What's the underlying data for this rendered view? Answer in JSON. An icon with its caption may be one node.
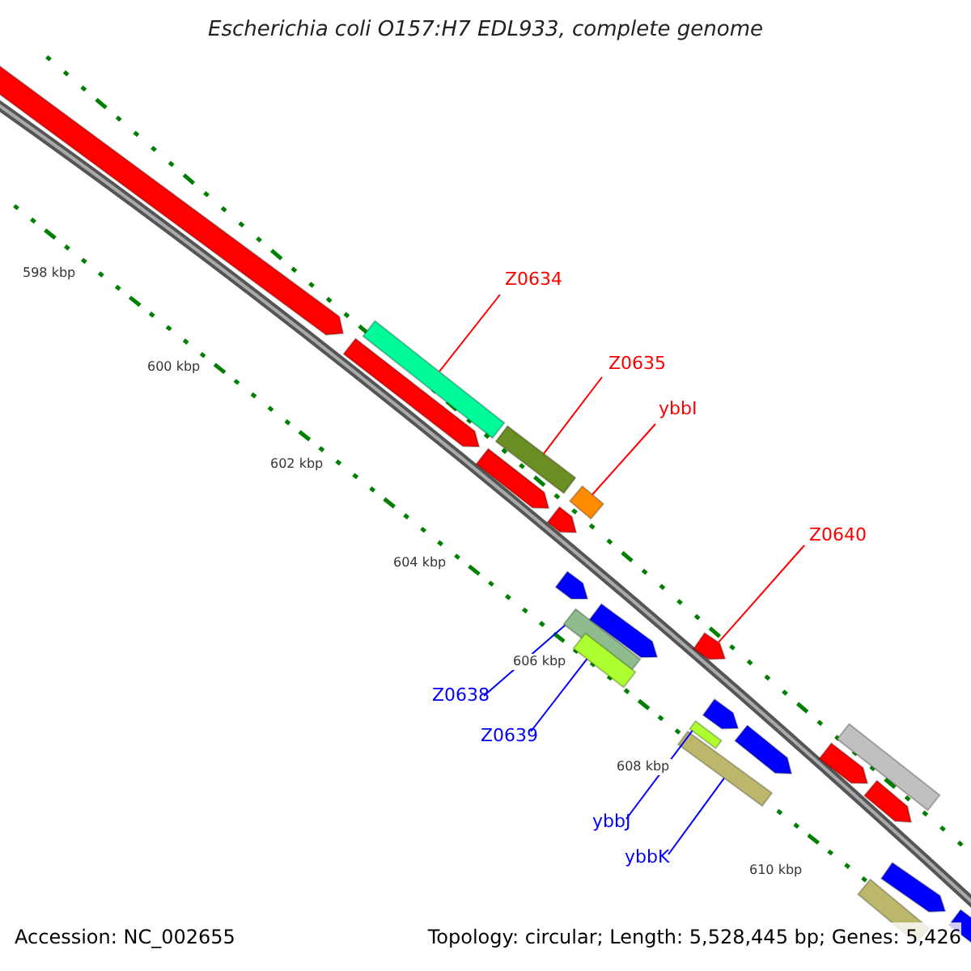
{
  "diagram": {
    "title": "Escherichia coli O157:H7 EDL933, complete genome",
    "nodes": [
      {
        "text": [
          "Z0634"
        ]
      },
      {
        "text": [],
        "shape": "bar"
      },
      {
        "text": [
          "Z0635"
        ]
      },
      {
        "text": [],
        "shape": "bar"
      },
      {
        "text": [
          "ybbI"
        ]
      },
      {
        "text": [],
        "shape": "bar"
      },
      {
        "text": [
          "Z0640"
        ]
      },
      {
        "text": [],
        "shape": "bar"
      },
      {
        "text": [
          "Z0638"
        ]
      },
      {
        "text": [],
        "shape": "bar"
      },
      {
        "text": [
          "Z0639"
        ]
      },
      {
        "text": [],
        "shape": "bar"
      },
      {
        "text": [
          "ybbJ"
        ]
      },
      {
        "text": [],
        "shape": "bar"
      },
      {
        "text": [
          "ybbK"
        ]
      },
      {
        "text": [],
        "shape": "bar"
      },
      {
        "text": [],
        "shape": "bar"
      },
      {
        "text": [],
        "shape": "bar"
      },
      {
        "text": [],
        "shape": "bar"
      },
      {
        "text": [],
        "shape": "bar"
      },
      {
        "text": [],
        "shape": "bar"
      },
      {
        "text": [],
        "shape": "bar"
      },
      {
        "text": [],
        "shape": "bar"
      },
      {
        "text": [],
        "shape": "bar"
      },
      {
        "text": [],
        "shape": "bar"
      },
      {
        "text": [],
        "shape": "bar"
      },
      {
        "text": [],
        "shape": "bar"
      },
      {
        "text": [],
        "shape": "bar"
      },
      {
        "text": [],
        "shape": "bar"
      },
      {
        "text": [],
        "shape": "bar"
      }
    ],
    "edges": [
      {
        "from": 0,
        "to": 1,
        "arrow": "none",
        "color": "#ff0000"
      },
      {
        "from": 2,
        "to": 3,
        "arrow": "none",
        "color": "#ff0000"
      },
      {
        "from": 4,
        "to": 5,
        "arrow": "none",
        "color": "#ff0000"
      },
      {
        "from": 6,
        "to": 7,
        "arrow": "none",
        "color": "#ff0000"
      },
      {
        "from": 8,
        "to": 9,
        "arrow": "none",
        "color": "#0000ff"
      },
      {
        "from": 10,
        "to": 11,
        "arrow": "none",
        "color": "#0000ff"
      },
      {
        "from": 12,
        "to": 13,
        "arrow": "none",
        "color": "#0000ff"
      },
      {
        "from": 14,
        "to": 15,
        "arrow": "none",
        "color": "#0000ff"
      }
    ],
    "labels": [
      "598 kbp",
      "600 kbp",
      "602 kbp",
      "604 kbp",
      "606 kbp",
      "608 kbp",
      "610 kbp",
      "Accession: NC_002655",
      "Topology: circular; Length: 5,528,445 bp; Genes: 5,426"
    ]
  }
}
